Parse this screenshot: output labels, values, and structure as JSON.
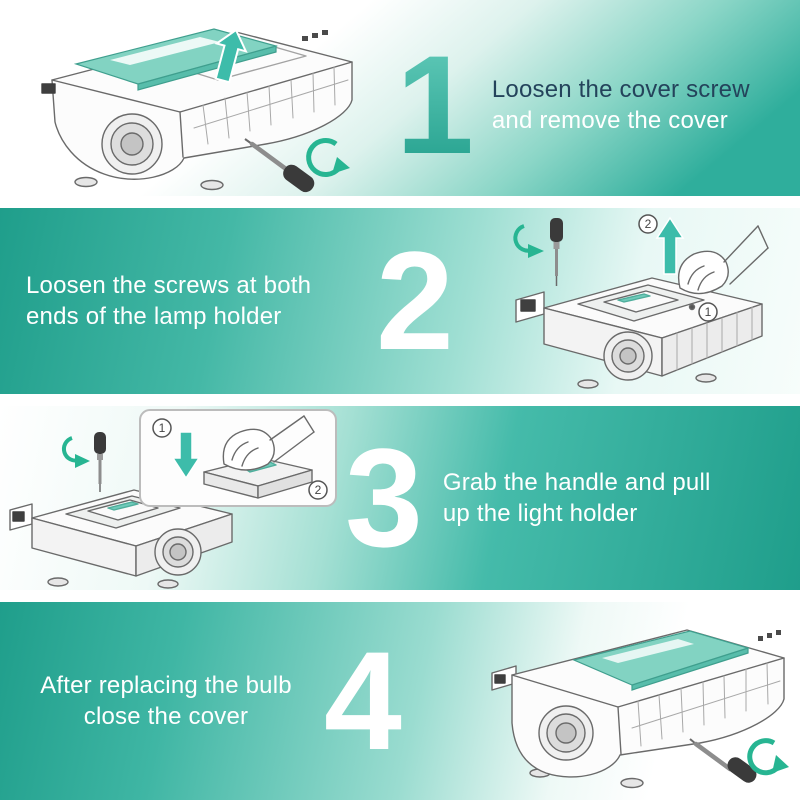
{
  "colors": {
    "accent_teal": "#35b1a0",
    "accent_teal_deep": "#1f9e8b",
    "cover_teal": "#82d3c2",
    "arrow_teal": "#3dbcaa",
    "rotate_arrow_green": "#27b592",
    "caption_dark": "#24435b",
    "caption_light": "#ffffff"
  },
  "steps": [
    {
      "number": "1",
      "line1": "Loosen the cover screw",
      "line2": "and remove the cover"
    },
    {
      "number": "2",
      "line1": "Loosen the screws at both",
      "line2": "ends of the lamp holder",
      "marker_top": "2",
      "marker_side": "1"
    },
    {
      "number": "3",
      "line1": "Grab the handle and pull",
      "line2": "up the light holder",
      "marker_press": "1",
      "marker_handle": "2"
    },
    {
      "number": "4",
      "line1": "After replacing the bulb",
      "line2": "close the cover"
    }
  ]
}
